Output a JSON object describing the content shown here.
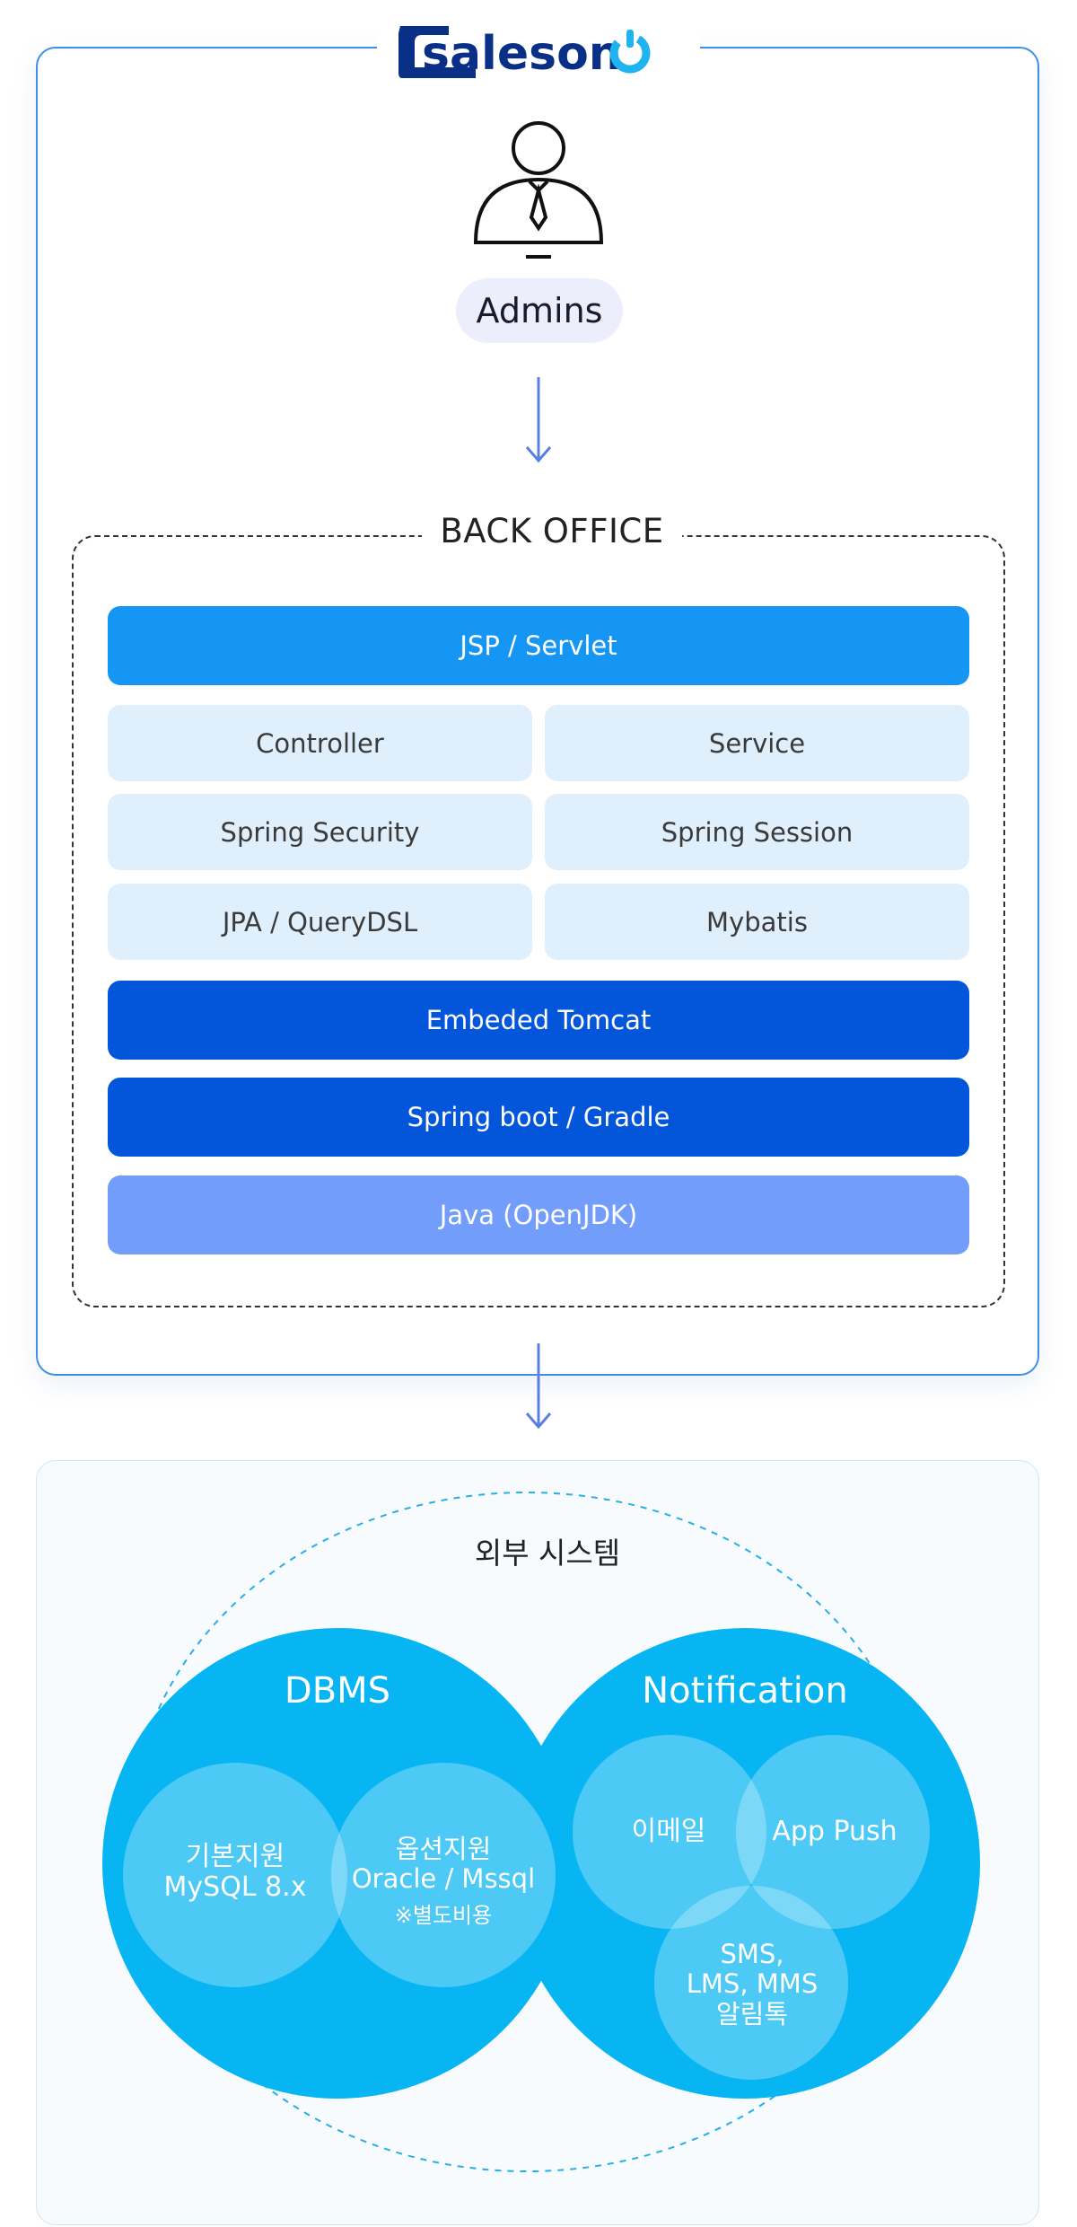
{
  "logo": {
    "text": "saleson"
  },
  "admin": {
    "label": "Admins"
  },
  "back_office": {
    "title": "BACK OFFICE",
    "top_bar": "JSP / Servlet",
    "grid": [
      [
        "Controller",
        "Service"
      ],
      [
        "Spring Security",
        "Spring Session"
      ],
      [
        "JPA / QueryDSL",
        "Mybatis"
      ]
    ],
    "bottom_bars": [
      "Embeded Tomcat",
      "Spring boot / Gradle",
      "Java (OpenJDK)"
    ]
  },
  "external": {
    "title": "외부 시스템",
    "dbms": {
      "title": "DBMS",
      "basic_line1": "기본지원",
      "basic_line2": "MySQL 8.x",
      "option_line1": "옵션지원",
      "option_line2": "Oracle / Mssql",
      "option_note": "※별도비용"
    },
    "notification": {
      "title": "Notification",
      "email": "이메일",
      "push": "App Push",
      "sms_line1": "SMS,",
      "sms_line2": "LMS, MMS",
      "sms_line3": "알림톡"
    }
  },
  "colors": {
    "accent": "#1596f5",
    "dark_blue": "#0356da",
    "mid_blue": "#739dfb",
    "light_blue": "#e0effc",
    "circle_blue": "#07b5f2"
  }
}
